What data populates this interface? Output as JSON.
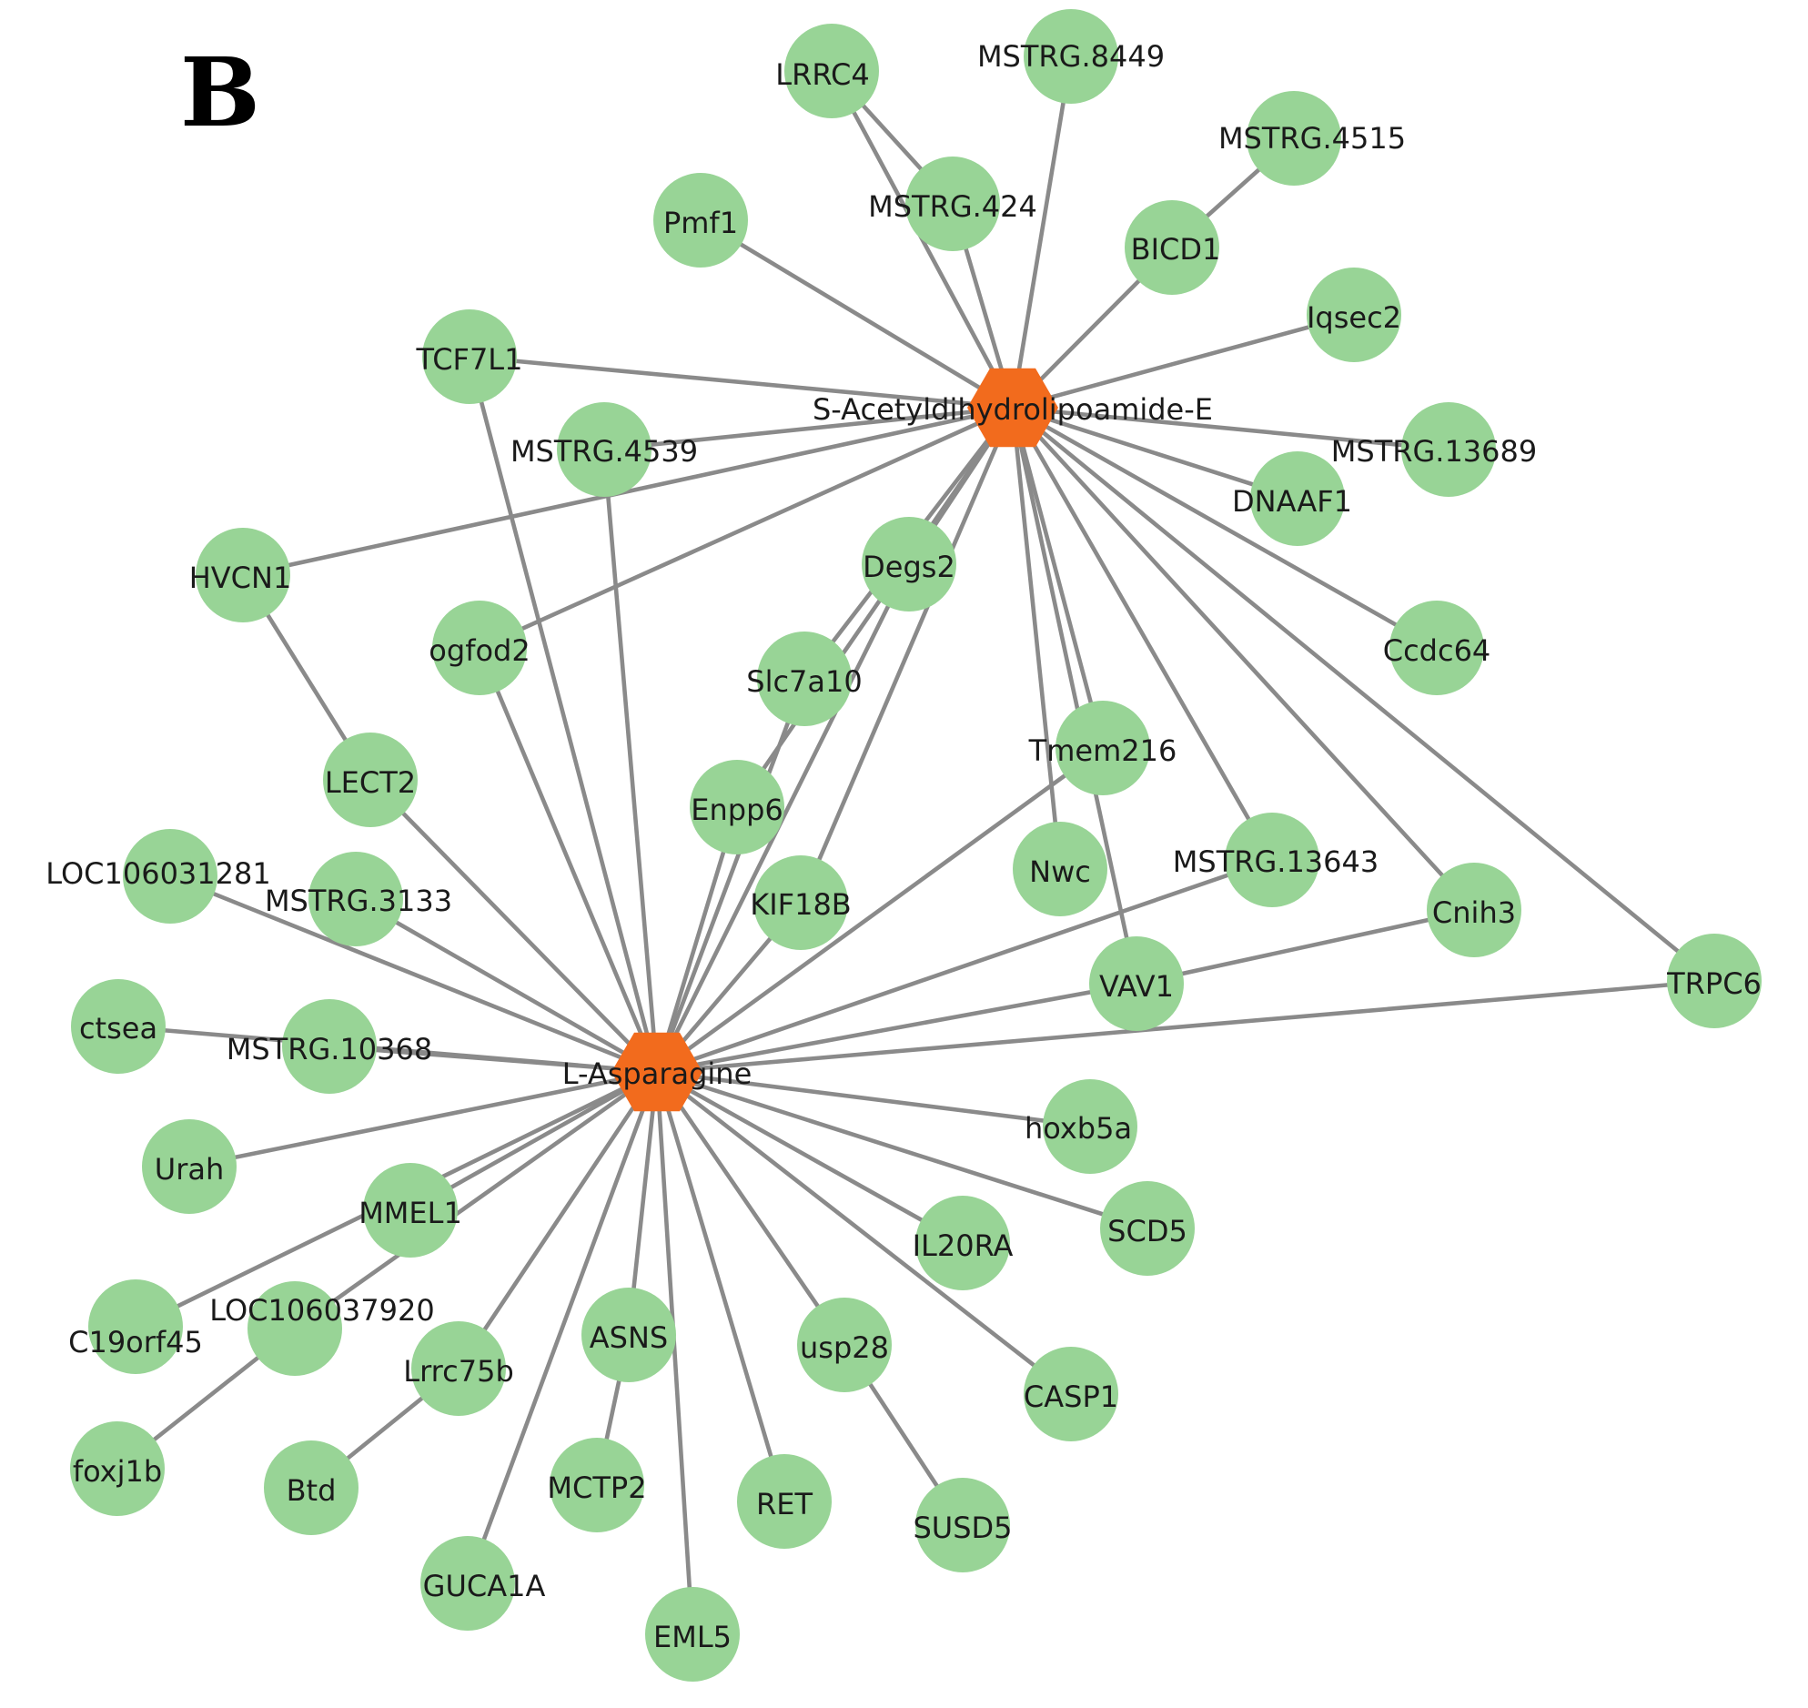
{
  "panel_label": "B",
  "hubs": {
    "sadl": "S-Acetyldihydrolipoamide-E",
    "lasn": "L-Asparagine"
  },
  "genes": {
    "lrrc4": "LRRC4",
    "mstrg8449": "MSTRG.8449",
    "mstrg4515": "MSTRG.4515",
    "pmf1": "Pmf1",
    "mstrg424": "MSTRG.424",
    "bicd1": "BICD1",
    "iqsec2": "Iqsec2",
    "tcf7l1": "TCF7L1",
    "mstrg4539": "MSTRG.4539",
    "mstrg13689": "MSTRG.13689",
    "dnaaf1": "DNAAF1",
    "hvcn1": "HVCN1",
    "degs2": "Degs2",
    "ogfod2": "ogfod2",
    "ccdc64": "Ccdc64",
    "slc7a10": "Slc7a10",
    "tmem216": "Tmem216",
    "lect2": "LECT2",
    "enpp6": "Enpp6",
    "loc106031281": "LOC106031281",
    "mstrg3133": "MSTRG.3133",
    "kif18b": "KIF18B",
    "nwc": "Nwc",
    "mstrg13643": "MSTRG.13643",
    "cnih3": "Cnih3",
    "vav1": "VAV1",
    "trpc6": "TRPC6",
    "ctsea": "ctsea",
    "mstrg10368": "MSTRG.10368",
    "hoxb5a": "hoxb5a",
    "urah": "Urah",
    "mmel1": "MMEL1",
    "scd5": "SCD5",
    "il20ra": "IL20RA",
    "c19orf45": "C19orf45",
    "loc106037920": "LOC106037920",
    "asns": "ASNS",
    "usp28": "usp28",
    "lrrc75b": "Lrrc75b",
    "casp1": "CASP1",
    "foxj1b": "foxj1b",
    "btd": "Btd",
    "mctp2": "MCTP2",
    "ret": "RET",
    "susd5": "SUSD5",
    "guca1a": "GUCA1A",
    "eml5": "EML5"
  },
  "colors": {
    "gene_node": "#98d496",
    "hub_node": "#f26b1d",
    "edge": "#8a8a8a"
  }
}
